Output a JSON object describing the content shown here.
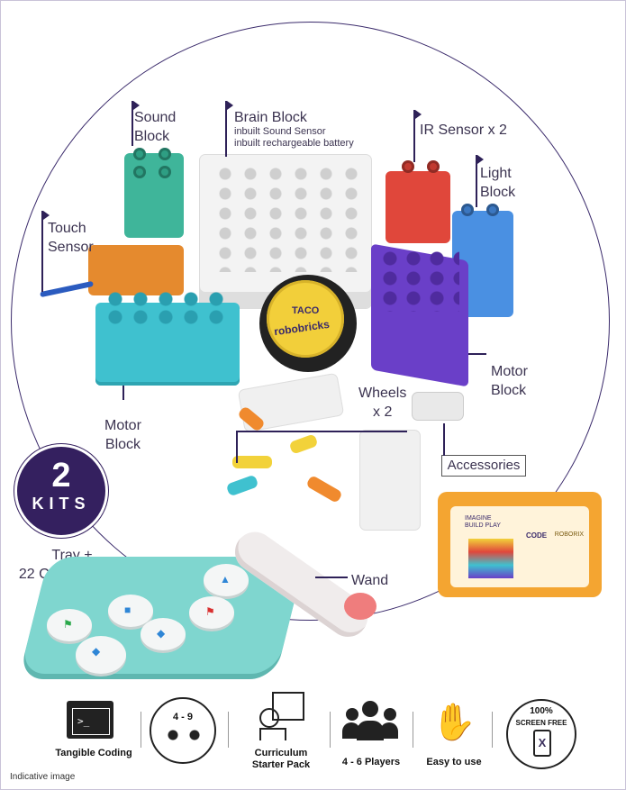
{
  "labels": {
    "sound_block": [
      "Sound",
      "Block"
    ],
    "brain_block": "Brain Block",
    "brain_sub1": "inbuilt Sound Sensor",
    "brain_sub2": "inbuilt rechargeable battery",
    "ir_sensor": "IR Sensor x 2",
    "light_block": [
      "Light",
      "Block"
    ],
    "touch_sensor": [
      "Touch",
      "Sensor"
    ],
    "motor_block_left": [
      "Motor",
      "Block"
    ],
    "motor_block_right": [
      "Motor",
      "Block"
    ],
    "wheels": [
      "Wheels",
      "x 2"
    ],
    "accessories": "Accessories",
    "tray": [
      "Tray +",
      "22 Coding Chips"
    ],
    "wand": "Wand"
  },
  "kits": {
    "number": "2",
    "text": "KITS"
  },
  "wheel_text": {
    "line1": "TACO",
    "line2": "robobricks"
  },
  "box": {
    "brand": "ROBORIX",
    "code": "CODE",
    "title": "IMAGINE BUILD PLAY"
  },
  "features": [
    {
      "label": "Tangible Coding",
      "icon": "terminal-icon"
    },
    {
      "label": "4 - 9",
      "icon": "kids-age-icon"
    },
    {
      "label": "Curriculum Starter Pack",
      "icon": "teacher-board-icon"
    },
    {
      "label": "4 - 6 Players",
      "icon": "players-group-icon"
    },
    {
      "label": "Easy to use",
      "icon": "snap-hand-icon"
    },
    {
      "label": "SCREEN FREE",
      "icon": "screen-free-badge-icon",
      "badge_top": "100%"
    }
  ],
  "footnote": "Indicative image",
  "colors": {
    "brand_purple": "#34205f",
    "teal": "#3fc1cf",
    "orange": "#e58a2e",
    "red": "#e0473b",
    "purple_block": "#6a3fc8",
    "blue": "#4a90e2",
    "green": "#3fb59a"
  }
}
